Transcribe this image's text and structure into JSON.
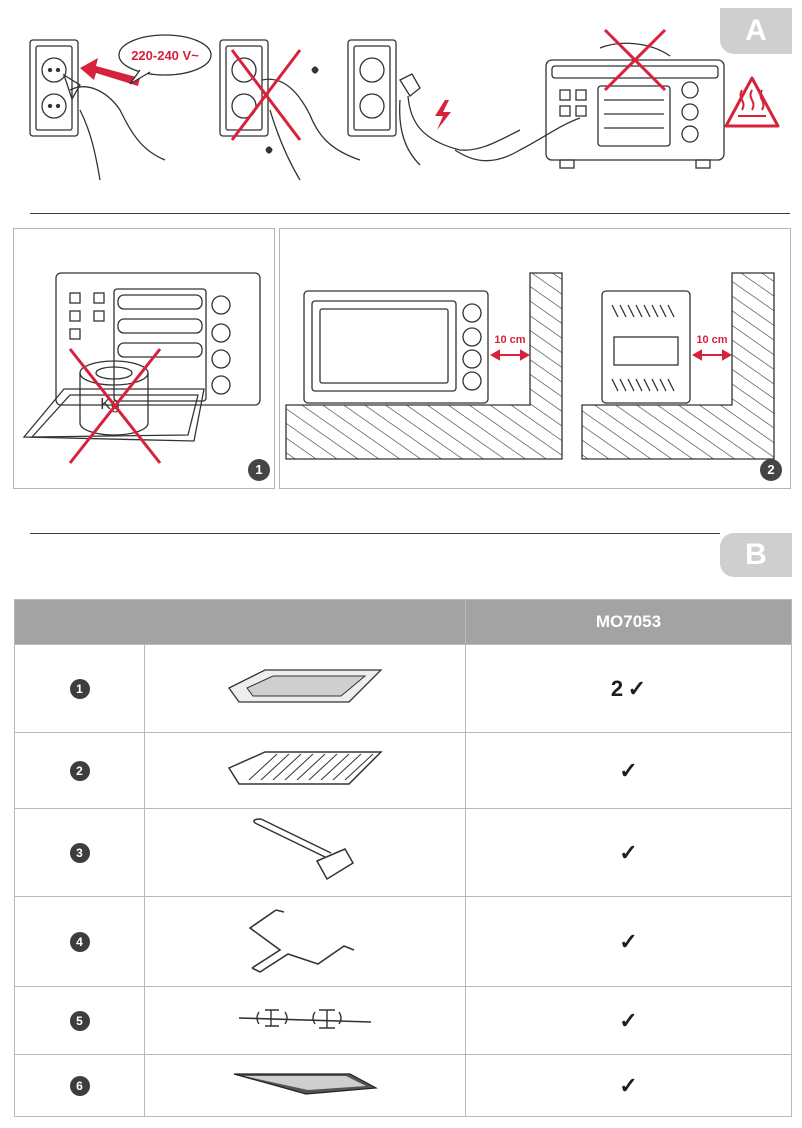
{
  "section_a": {
    "tab_label": "A",
    "voltage_label": "220-240 V~",
    "distance_label_1": "10 cm",
    "distance_label_2": "10 cm",
    "weight_label": "Kg",
    "panel_1_number": "1",
    "panel_2_number": "2"
  },
  "section_b": {
    "tab_label": "B",
    "table": {
      "header_empty": "",
      "header_model": "MO7053",
      "rows": [
        {
          "number": "1",
          "accessory_icon": "baking-tray-icon",
          "qty": "2",
          "check": "✓"
        },
        {
          "number": "2",
          "accessory_icon": "wire-rack-icon",
          "qty": "",
          "check": "✓"
        },
        {
          "number": "3",
          "accessory_icon": "rack-handle-icon",
          "qty": "",
          "check": "✓"
        },
        {
          "number": "4",
          "accessory_icon": "rotisserie-fork-holder-icon",
          "qty": "",
          "check": "✓"
        },
        {
          "number": "5",
          "accessory_icon": "rotisserie-spit-icon",
          "qty": "",
          "check": "✓"
        },
        {
          "number": "6",
          "accessory_icon": "crumb-tray-icon",
          "qty": "",
          "check": "✓"
        }
      ]
    }
  },
  "colors": {
    "accent_red": "#d6223a",
    "tab_gray": "#cfcfcf",
    "header_gray": "#a3a3a3"
  }
}
